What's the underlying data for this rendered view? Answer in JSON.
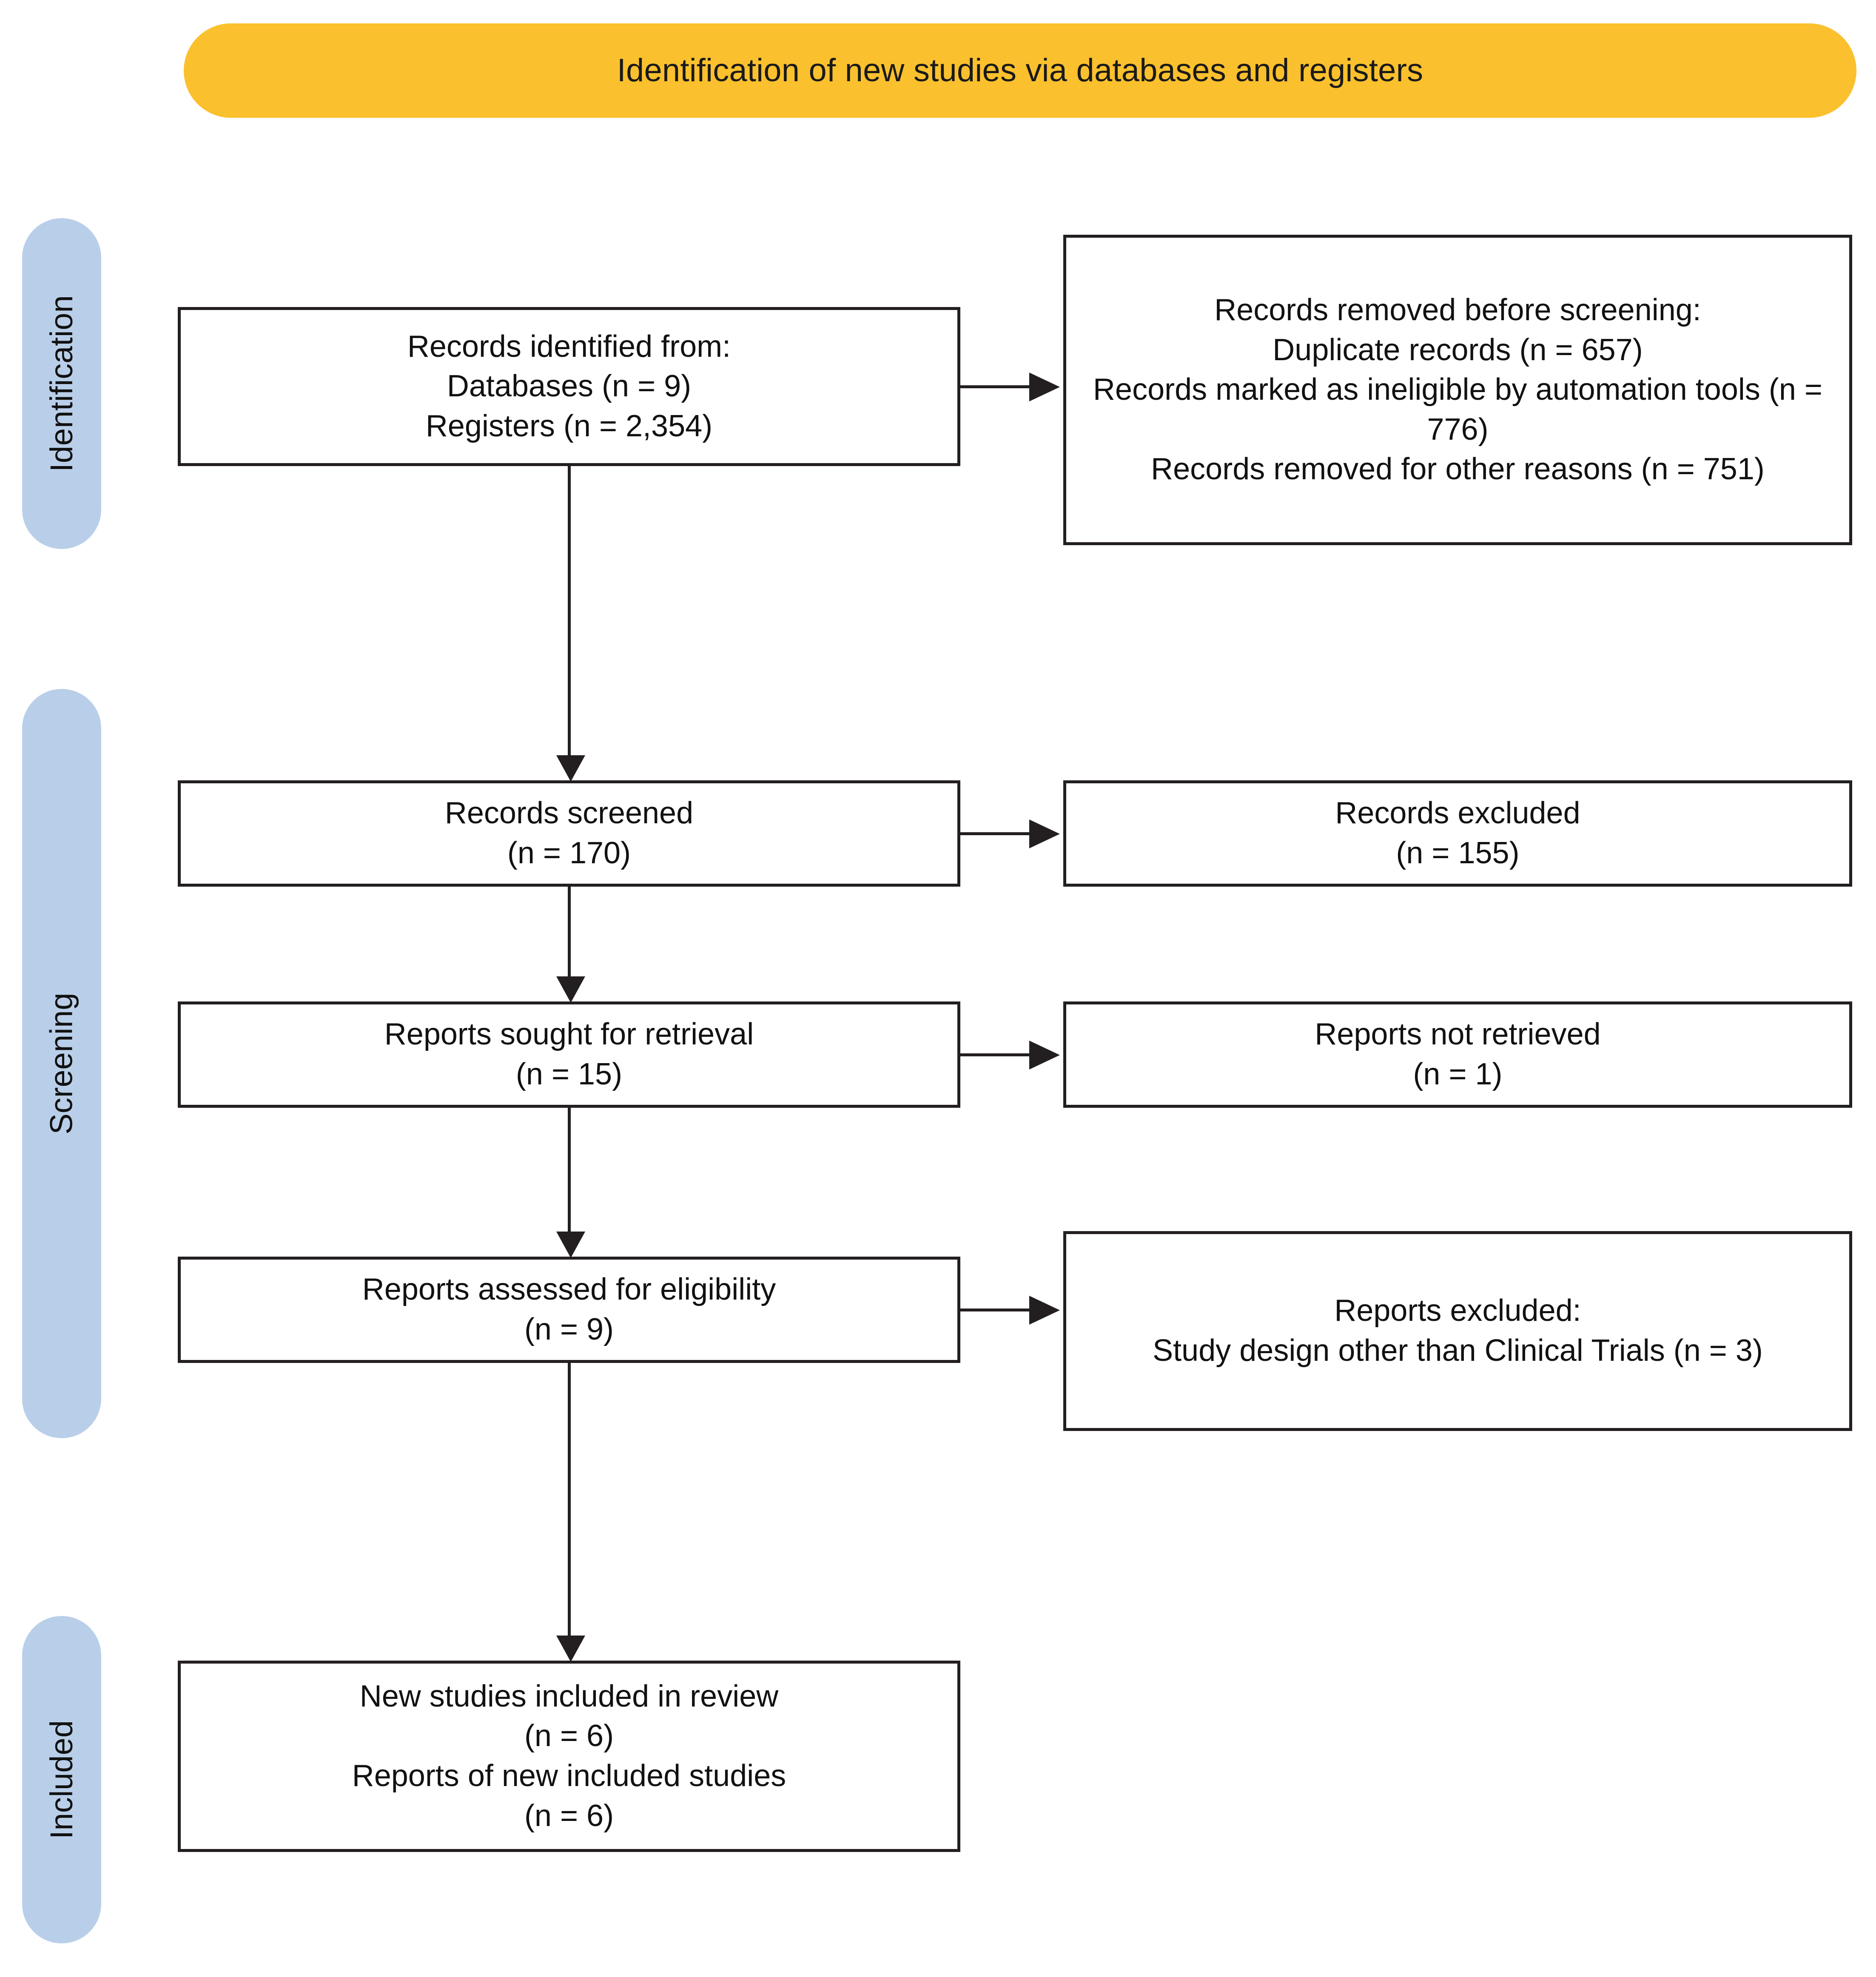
{
  "diagram": {
    "title": "Identification of new studies via databases and registers",
    "accent_color": "#FBC02D",
    "stage_color": "#B9CFE9",
    "box_border_color": "#231f20"
  },
  "stages": [
    {
      "id": "identification",
      "label": "Identification"
    },
    {
      "id": "screening",
      "label": "Screening"
    },
    {
      "id": "included",
      "label": "Included"
    }
  ],
  "boxes": {
    "identified": {
      "name": "records-identified",
      "text": "Records identified from:\nDatabases (n = 9)\nRegisters (n = 2,354)"
    },
    "removed": {
      "name": "records-removed-before-screening",
      "text": "Records removed before screening:\nDuplicate records (n = 657)\nRecords marked as ineligible by automation tools (n = 776)\nRecords removed for other reasons (n = 751)"
    },
    "screened": {
      "name": "records-screened",
      "text": "Records screened\n(n = 170)"
    },
    "excluded_records": {
      "name": "records-excluded",
      "text": "Records excluded\n(n = 155)"
    },
    "sought": {
      "name": "reports-sought-for-retrieval",
      "text": "Reports sought for retrieval\n(n = 15)"
    },
    "not_retrieved": {
      "name": "reports-not-retrieved",
      "text": "Reports not retrieved\n(n = 1)"
    },
    "assessed": {
      "name": "reports-assessed-for-eligibility",
      "text": "Reports assessed for eligibility\n(n = 9)"
    },
    "excluded_reports": {
      "name": "reports-excluded",
      "text": "Reports excluded:\nStudy design other than Clinical Trials (n = 3)"
    },
    "included": {
      "name": "new-studies-included",
      "text": "New studies included in review\n(n = 6)\nReports of new included studies\n(n = 6)"
    }
  },
  "chart_data": {
    "type": "flow",
    "title": "Identification of new studies via databases and registers",
    "stages": [
      "Identification",
      "Screening",
      "Included"
    ],
    "nodes": [
      {
        "id": "identified",
        "stage": "Identification",
        "label": "Records identified from",
        "values": {
          "Databases": 9,
          "Registers": 2354
        }
      },
      {
        "id": "removed",
        "stage": "Identification",
        "label": "Records removed before screening",
        "values": {
          "Duplicate records": 657,
          "Records marked as ineligible by automation tools": 776,
          "Records removed for other reasons": 751
        }
      },
      {
        "id": "screened",
        "stage": "Screening",
        "label": "Records screened",
        "n": 170
      },
      {
        "id": "excluded_records",
        "stage": "Screening",
        "label": "Records excluded",
        "n": 155
      },
      {
        "id": "sought",
        "stage": "Screening",
        "label": "Reports sought for retrieval",
        "n": 15
      },
      {
        "id": "not_retrieved",
        "stage": "Screening",
        "label": "Reports not retrieved",
        "n": 1
      },
      {
        "id": "assessed",
        "stage": "Screening",
        "label": "Reports assessed for eligibility",
        "n": 9
      },
      {
        "id": "excluded_reports",
        "stage": "Screening",
        "label": "Reports excluded: Study design other than Clinical Trials",
        "n": 3
      },
      {
        "id": "included_studies",
        "stage": "Included",
        "label": "New studies included in review",
        "n": 6
      },
      {
        "id": "included_reports",
        "stage": "Included",
        "label": "Reports of new included studies",
        "n": 6
      }
    ],
    "edges": [
      {
        "from": "identified",
        "to": "removed",
        "direction": "right"
      },
      {
        "from": "identified",
        "to": "screened",
        "direction": "down"
      },
      {
        "from": "screened",
        "to": "excluded_records",
        "direction": "right"
      },
      {
        "from": "screened",
        "to": "sought",
        "direction": "down"
      },
      {
        "from": "sought",
        "to": "not_retrieved",
        "direction": "right"
      },
      {
        "from": "sought",
        "to": "assessed",
        "direction": "down"
      },
      {
        "from": "assessed",
        "to": "excluded_reports",
        "direction": "right"
      },
      {
        "from": "assessed",
        "to": "included_studies",
        "direction": "down"
      }
    ]
  }
}
